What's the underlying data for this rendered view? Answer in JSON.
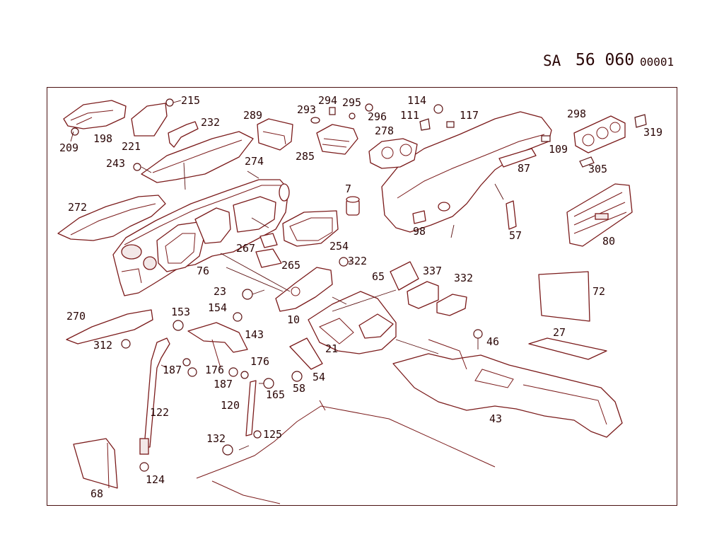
{
  "header": {
    "prefix": "SA",
    "code": "56 060",
    "suffix": "00001"
  },
  "colors": {
    "ink": "#7a1a1a",
    "text": "#2a0606",
    "frame": "#4a1010",
    "background": "#ffffff"
  },
  "part_labels": {
    "p215": "215",
    "p198": "198",
    "p209": "209",
    "p221": "221",
    "p232": "232",
    "p243": "243",
    "p289": "289",
    "p274": "274",
    "p285": "285",
    "p293": "293",
    "p294": "294",
    "p295": "295",
    "p296": "296",
    "p278": "278",
    "p114": "114",
    "p111": "111",
    "p117": "117",
    "p298": "298",
    "p319": "319",
    "p109": "109",
    "p87": "87",
    "p305": "305",
    "p7": "7",
    "p272": "272",
    "p254": "254",
    "p267": "267",
    "p265": "265",
    "p76": "76",
    "p98": "98",
    "p57": "57",
    "p80": "80",
    "p322": "322",
    "p65": "65",
    "p337": "337",
    "p332": "332",
    "p23": "23",
    "p10": "10",
    "p72": "72",
    "p270": "270",
    "p153": "153",
    "p154": "154",
    "p143": "143",
    "p312": "312",
    "p27": "27",
    "p46": "46",
    "p21": "21",
    "p187a": "187",
    "p176a": "176",
    "p176b": "176",
    "p187b": "187",
    "p58": "58",
    "p54": "54",
    "p165": "165",
    "p122": "122",
    "p120": "120",
    "p43": "43",
    "p132": "132",
    "p125": "125",
    "p124": "124",
    "p68": "68"
  }
}
